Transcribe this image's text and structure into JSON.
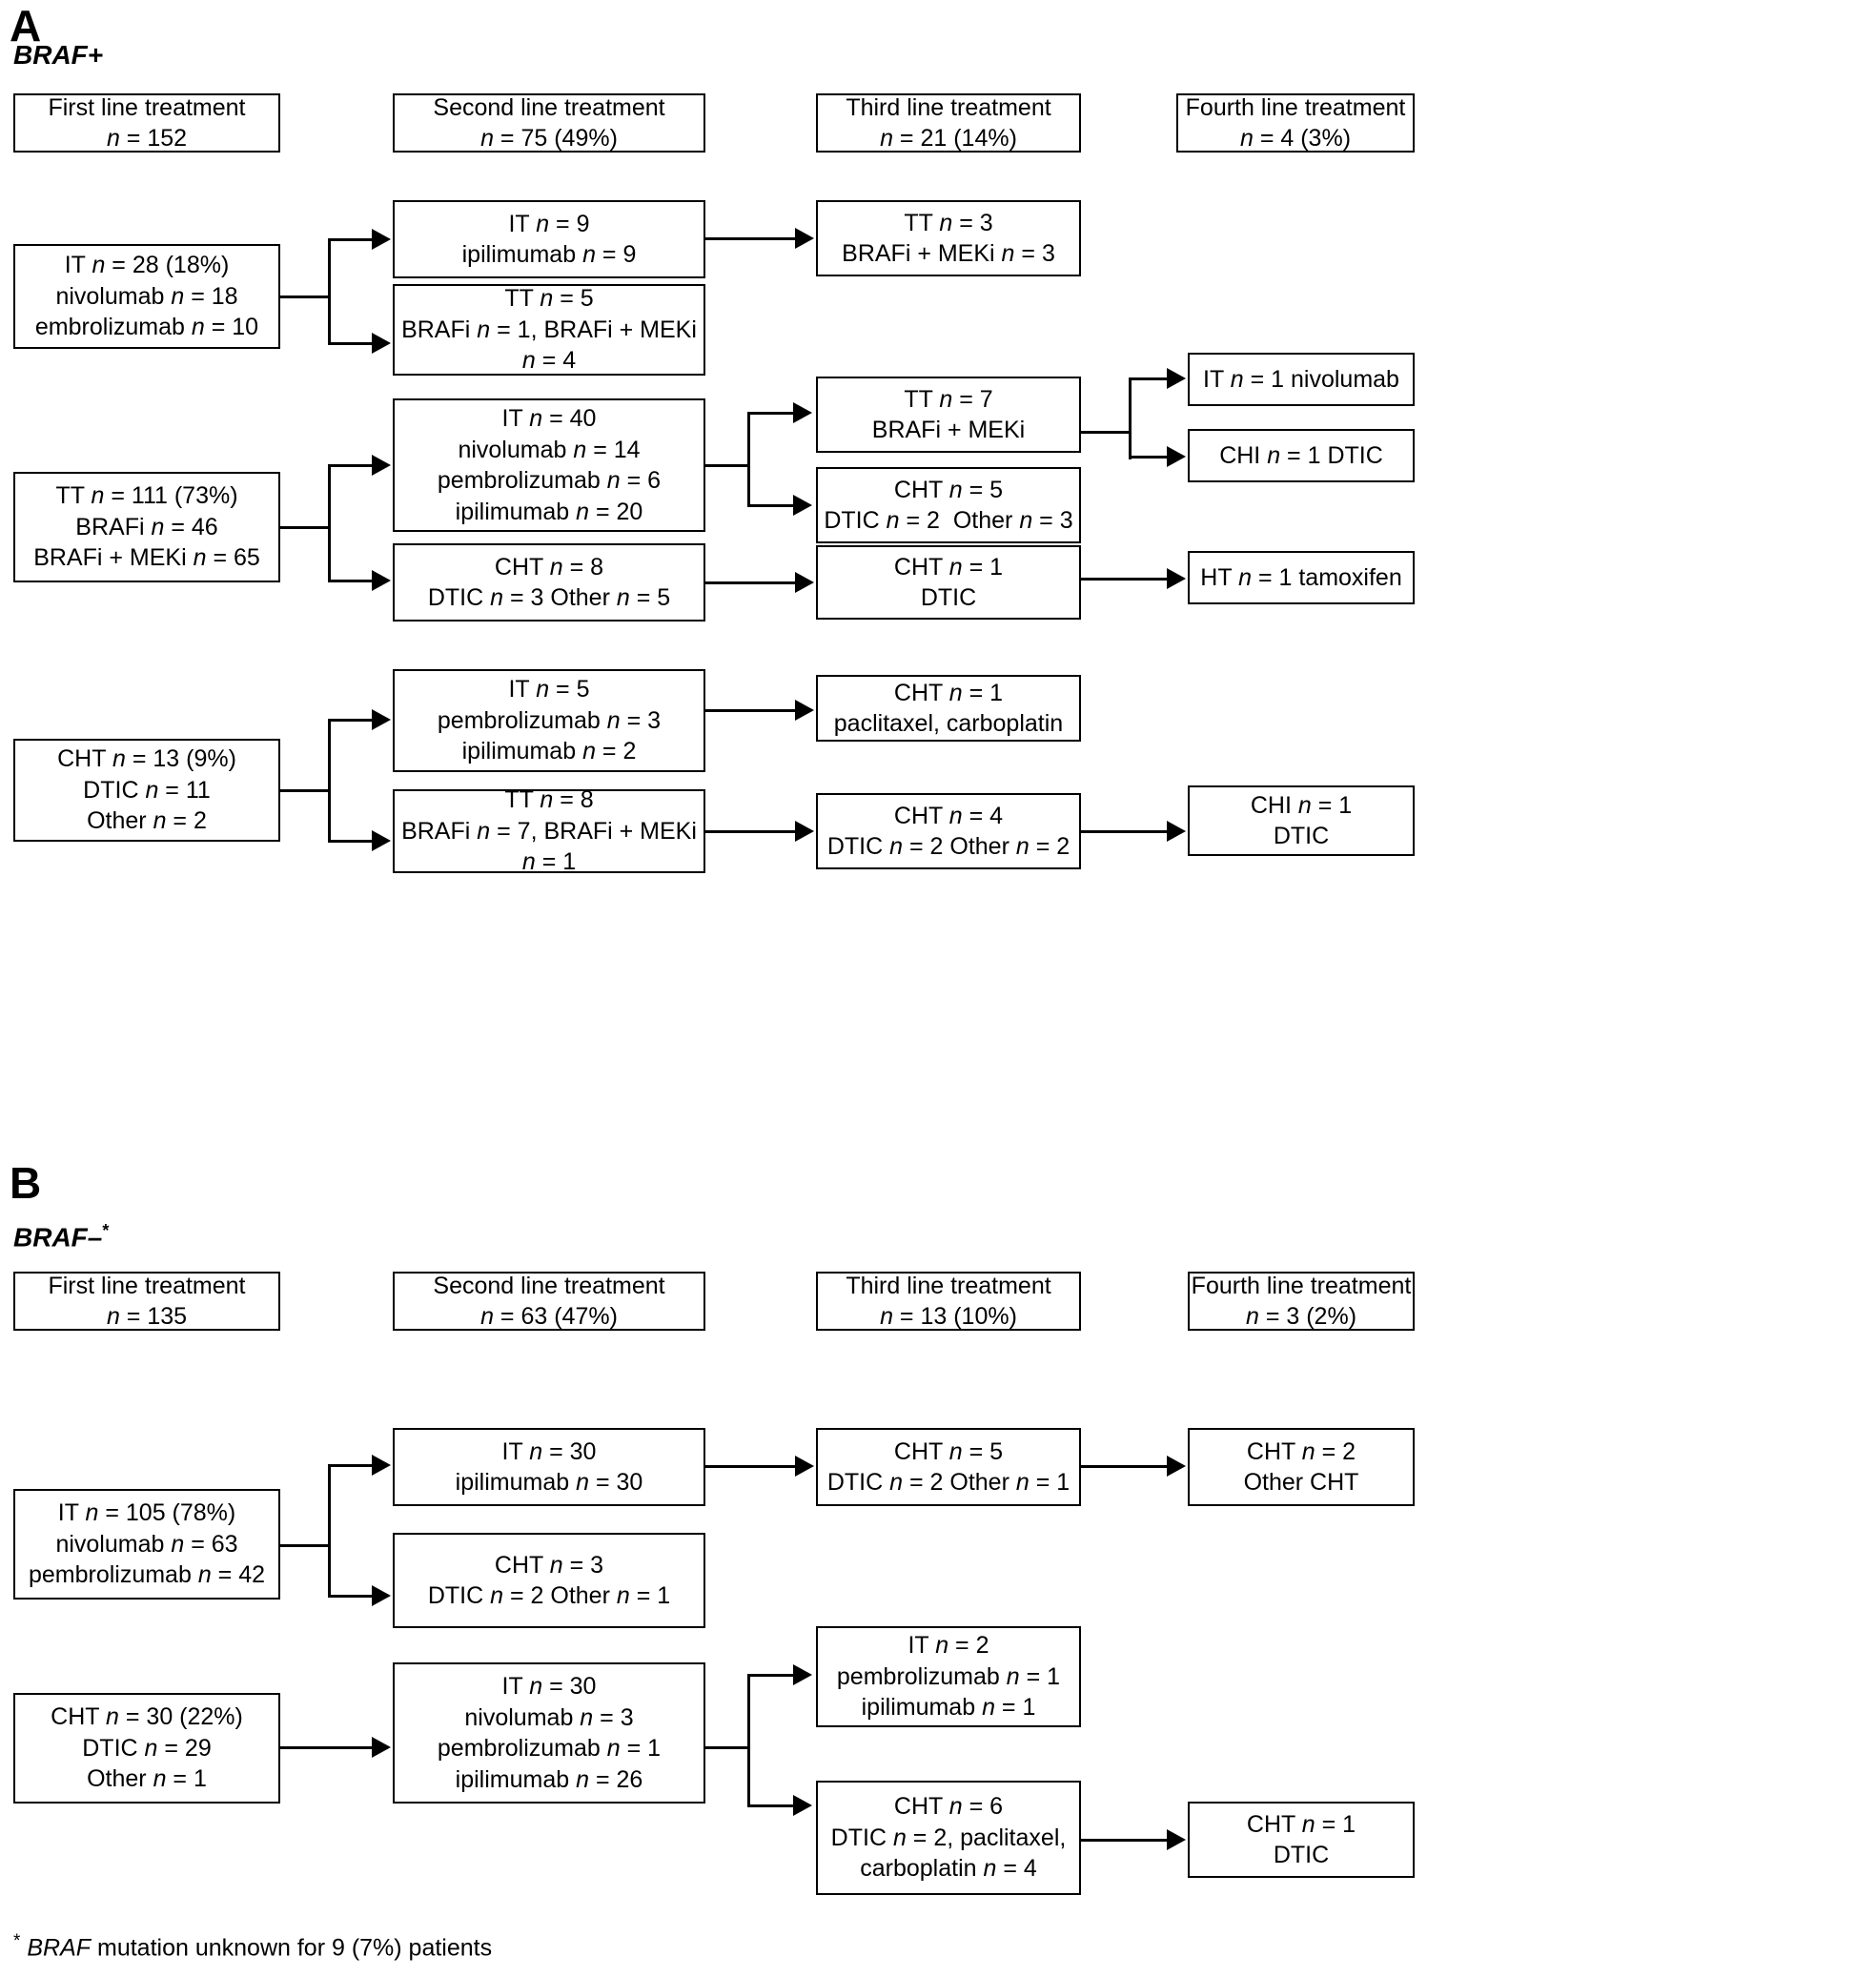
{
  "figure": {
    "panels": [
      {
        "letter": "A",
        "subtitle": "BRAF+",
        "subtitle_sup": "",
        "headers": [
          {
            "title": "First line treatment",
            "value": "n = 152"
          },
          {
            "title": "Second line treatment",
            "value": "n = 75 (49%)"
          },
          {
            "title": "Third line treatment",
            "value": "n = 21 (14%)"
          },
          {
            "title": "Fourth line treatment",
            "value": "n = 4 (3%)"
          }
        ],
        "nodes": {
          "a_it28": [
            "IT n = 28 (18%)",
            "nivolumab n = 18",
            "embrolizumab n = 10"
          ],
          "a_it9": [
            "IT n = 9",
            "ipilimumab n = 9"
          ],
          "a_tt5": [
            "TT n = 5",
            "BRAFi n = 1, BRAFi + MEKi",
            "n = 4"
          ],
          "a_tt3": [
            "TT n = 3",
            "BRAFi + MEKi n = 3"
          ],
          "a_tt111": [
            "TT n = 111 (73%)",
            "BRAFi n = 46",
            "BRAFi + MEKi n = 65"
          ],
          "a_it40": [
            "IT n = 40",
            "nivolumab n = 14",
            "pembrolizumab n = 6",
            "ipilimumab n = 20"
          ],
          "a_cht8": [
            "CHT n = 8",
            "DTIC n = 3 Other n = 5"
          ],
          "a_tt7": [
            "TT n = 7",
            "BRAFi + MEKi"
          ],
          "a_cht5": [
            "CHT n = 5",
            "DTIC n = 2  Other n = 3"
          ],
          "a_cht1": [
            "CHT n = 1",
            "DTIC"
          ],
          "a_it1nivo": [
            "IT n = 1 nivolumab"
          ],
          "a_chi1": [
            "CHI n = 1 DTIC"
          ],
          "a_ht1": [
            "HT n = 1 tamoxifen"
          ],
          "a_cht13": [
            "CHT n = 13 (9%)",
            "DTIC n = 11",
            "Other n = 2"
          ],
          "a_it5": [
            "IT n = 5",
            "pembrolizumab n = 3",
            "ipilimumab n = 2"
          ],
          "a_tt8": [
            "TT n = 8",
            "BRAFi n = 7, BRAFi + MEKi",
            "n = 1"
          ],
          "a_cht1b": [
            "CHT n = 1",
            "paclitaxel, carboplatin"
          ],
          "a_cht4": [
            "CHT n = 4",
            "DTIC n = 2 Other n = 2"
          ],
          "a_chi1b": [
            "CHI n = 1",
            "DTIC"
          ]
        }
      },
      {
        "letter": "B",
        "subtitle": "BRAF–",
        "subtitle_sup": "*",
        "headers": [
          {
            "title": "First line treatment",
            "value": "n = 135"
          },
          {
            "title": "Second line treatment",
            "value": "n = 63 (47%)"
          },
          {
            "title": "Third line treatment",
            "value": "n = 13 (10%)"
          },
          {
            "title": "Fourth line treatment",
            "value": "n = 3 (2%)"
          }
        ],
        "nodes": {
          "b_it105": [
            "IT n = 105 (78%)",
            "nivolumab n = 63",
            "pembrolizumab n = 42"
          ],
          "b_it30a": [
            "IT n = 30",
            "ipilimumab n = 30"
          ],
          "b_cht3": [
            "CHT n = 3",
            "DTIC n = 2 Other n = 1"
          ],
          "b_cht5": [
            "CHT n = 5",
            "DTIC n = 2 Other n = 1"
          ],
          "b_cht2": [
            "CHT n = 2",
            "Other CHT"
          ],
          "b_cht30": [
            "CHT n = 30 (22%)",
            "DTIC n = 29",
            "Other n = 1"
          ],
          "b_it30b": [
            "IT n = 30",
            "nivolumab n = 3",
            "pembrolizumab n = 1",
            "ipilimumab n = 26"
          ],
          "b_it2": [
            "IT n = 2",
            "pembrolizumab n = 1",
            "ipilimumab n = 1"
          ],
          "b_cht6": [
            "CHT n = 6",
            "DTIC n = 2, paclitaxel,",
            "carboplatin n = 4"
          ],
          "b_cht1": [
            "CHT n = 1",
            "DTIC"
          ]
        }
      }
    ],
    "footnote": {
      "star": "*",
      "italic": "BRAF",
      "text": " mutation unknown for 9 (7%) patients"
    }
  }
}
